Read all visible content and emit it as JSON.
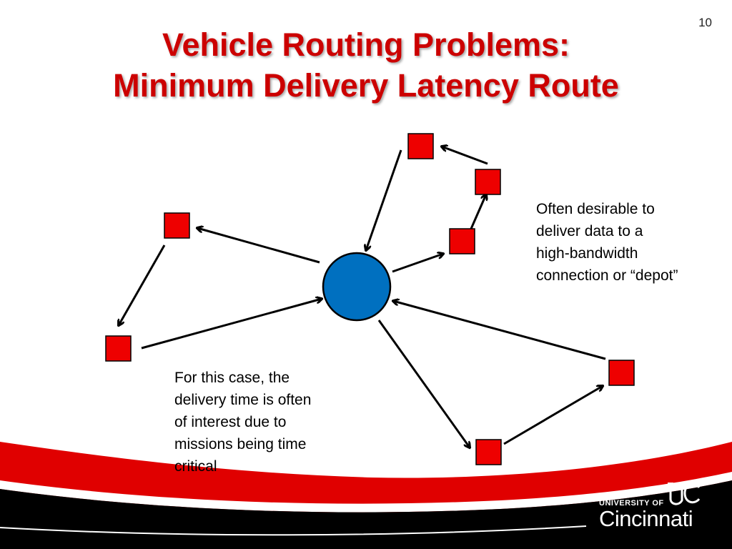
{
  "slide": {
    "number": "10",
    "title_line1": "Vehicle Routing Problems:",
    "title_line2": "Minimum Delivery Latency Route"
  },
  "notes": {
    "depot": [
      "Often desirable to",
      "deliver data to a",
      "high-bandwidth",
      "connection or “depot”"
    ],
    "delivery": [
      "For this case, the",
      "delivery time is often",
      "of interest due to",
      "missions being time",
      "critical"
    ]
  },
  "logo": {
    "small_text": "UNIVERSITY OF",
    "big_text": "Cincinnati"
  },
  "colors": {
    "title": "#cc0000",
    "node_square": "#ee0000",
    "depot_circle": "#0070c0",
    "arrow": "#000000",
    "footer_red": "#e00000",
    "footer_black": "#000000"
  }
}
